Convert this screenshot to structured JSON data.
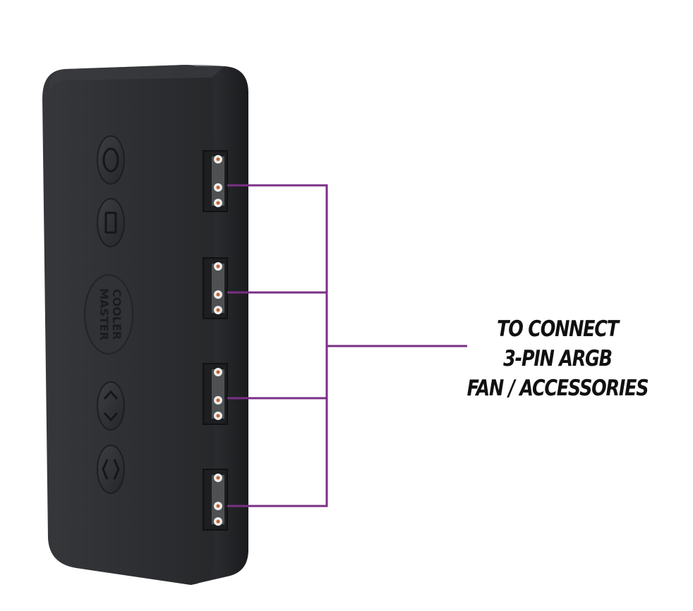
{
  "image": {
    "subject": "argb-controller-hub",
    "colors": {
      "background": "#ffffff",
      "body": "#2b2d2f",
      "body_edge": "#1b1c1e",
      "side_face": "#232426",
      "connector": "#e9e9e9",
      "pin": "#c0622f",
      "callout_line": "#7a2f86",
      "text": "#111111"
    }
  },
  "device": {
    "brand_logo_lines": [
      "COOLER",
      "MASTER"
    ],
    "buttons": [
      "power-circle-icon",
      "mode-square-icon",
      "up-down-arrow-icon",
      "left-right-arrow-icon"
    ],
    "port_count": 4
  },
  "callout": {
    "lines": [
      "TO CONNECT",
      "3-PIN ARGB",
      "FAN / ACCESSORIES"
    ]
  }
}
